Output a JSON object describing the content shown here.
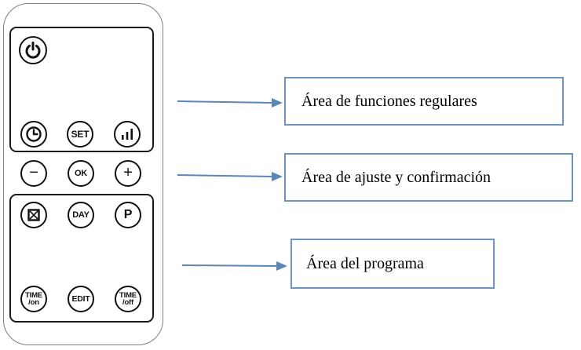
{
  "remote": {
    "buttons": {
      "power": {
        "icon": "power-icon"
      },
      "clock": {
        "icon": "clock-icon"
      },
      "set": {
        "label": "SET"
      },
      "level": {
        "icon": "signal-bars-icon"
      },
      "minus": {
        "label": "−"
      },
      "ok": {
        "label": "OK"
      },
      "plus": {
        "label": "+"
      },
      "window": {
        "icon": "window-icon"
      },
      "day": {
        "label": "DAY"
      },
      "p": {
        "label": "P"
      },
      "time_on": {
        "label": "TIME\n/on"
      },
      "edit": {
        "label": "EDIT"
      },
      "time_off": {
        "label": "TIME\n/off"
      }
    }
  },
  "annotations": [
    {
      "label": "Área de funciones regulares"
    },
    {
      "label": "Área de ajuste y confirmación"
    },
    {
      "label": "Área del programa"
    }
  ],
  "colors": {
    "arrow": "#5b86b8",
    "box_border": "#6e93bd",
    "outline": "#7f7f7f"
  }
}
